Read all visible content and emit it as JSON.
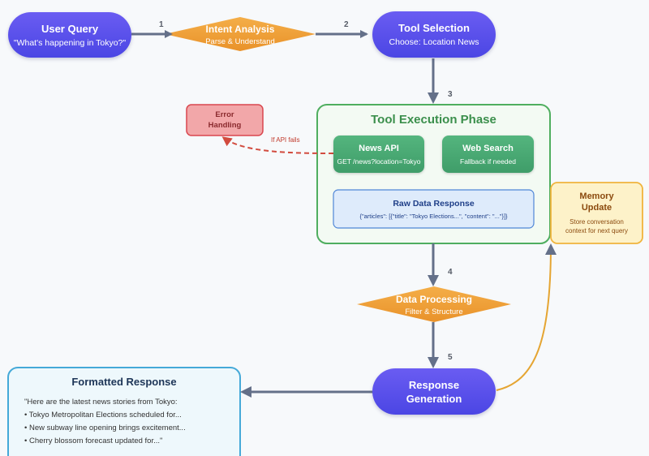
{
  "nodes": {
    "user_query": {
      "title": "User Query",
      "subtitle": "\"What's happening in Tokyo?\""
    },
    "intent_analysis": {
      "title": "Intent Analysis",
      "subtitle": "Parse & Understand"
    },
    "tool_selection": {
      "title": "Tool Selection",
      "subtitle": "Choose: Location News"
    },
    "error_handling": {
      "title_line1": "Error",
      "title_line2": "Handling"
    },
    "tool_execution": {
      "title": "Tool Execution Phase"
    },
    "news_api": {
      "title": "News API",
      "subtitle": "GET /news?location=Tokyo"
    },
    "web_search": {
      "title": "Web Search",
      "subtitle": "Fallback if needed"
    },
    "raw_data": {
      "title": "Raw Data Response",
      "subtitle": "{\"articles\": [{\"title\": \"Tokyo Elections...\", \"content\": \"...\"}]}"
    },
    "memory_update": {
      "title_line1": "Memory",
      "title_line2": "Update",
      "subtitle_line1": "Store conversation",
      "subtitle_line2": "context for next query"
    },
    "data_processing": {
      "title": "Data Processing",
      "subtitle": "Filter & Structure"
    },
    "response_generation": {
      "title_line1": "Response",
      "title_line2": "Generation"
    },
    "formatted_response": {
      "title": "Formatted Response",
      "lines": [
        "\"Here are the latest news stories from Tokyo:",
        "• Tokyo Metropolitan Elections scheduled for...",
        "• New subway line opening brings excitement...",
        "• Cherry blossom forecast updated for...\""
      ]
    }
  },
  "edge_labels": {
    "step1": "1",
    "step2": "2",
    "step3": "3",
    "step4": "4",
    "step5": "5",
    "api_fails": "If API fails"
  },
  "colors": {
    "pill": "#5a52ea",
    "diamond": "#f0a23a",
    "green": "#4aa872",
    "arrow": "#647089",
    "error_fill": "#f2a7a9",
    "error_border": "#d9474f",
    "error_dash": "#d24b3e",
    "memory_fill": "#fdf2c9",
    "memory_border": "#f0b43c",
    "memory_arrow": "#e5a532",
    "exec_border": "#4fae5f",
    "raw_fill": "#deebfb",
    "raw_border": "#4f86d7",
    "formatted_fill": "#eef8fc",
    "formatted_border": "#45a9d8"
  }
}
